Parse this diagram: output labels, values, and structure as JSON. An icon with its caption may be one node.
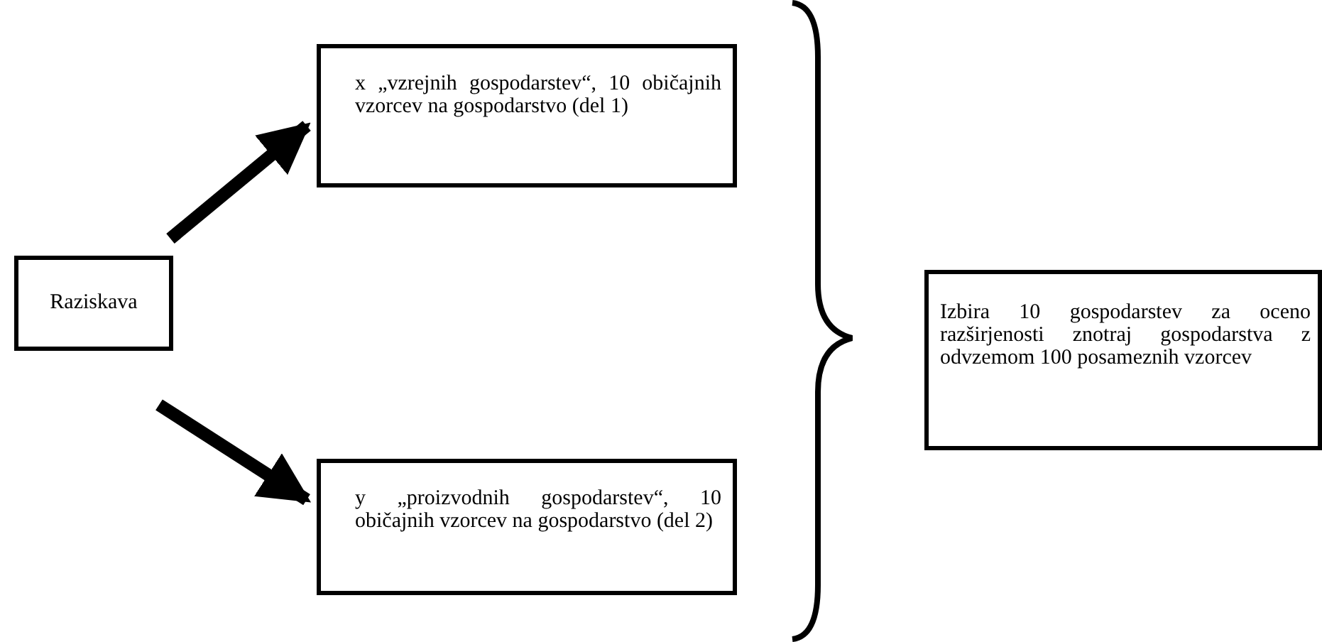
{
  "diagram": {
    "nodes": [
      {
        "text": [
          "Raziskava"
        ]
      },
      {
        "text": [
          "x „vzrejnih gospodarstev“, 10 običajnih vzorcev na gospodarstvo (del 1)"
        ]
      },
      {
        "text": [
          "y „proizvodnih gospodarstev“, 10 običajnih vzorcev na gospodarstvo (del 2)"
        ]
      },
      {
        "text": [
          "Izbira 10 gospodarstev za oceno razširjenosti znotraj gospodarstva z odvzemom 100 posameznih vzorcev"
        ]
      }
    ],
    "edges": [
      {
        "from": 0,
        "to": 1,
        "arrow": "to"
      },
      {
        "from": 0,
        "to": 2,
        "arrow": "to"
      }
    ]
  }
}
